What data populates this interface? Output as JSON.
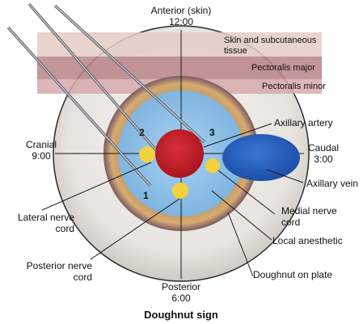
{
  "orientation": {
    "top": "Anterior (skin)",
    "top_time": "12:00",
    "left": "Cranial",
    "left_time": "9:00",
    "right": "Caudal",
    "right_time": "3:00",
    "bottom": "Posterior",
    "bottom_time": "6:00"
  },
  "tissue_layers": {
    "skin_line1": "Skin and subcutaneous",
    "skin_line2": "tissue",
    "pectoralis_major": "Pectoralis major",
    "pectoralis_minor": "Pectoralis minor"
  },
  "needle_positions": [
    "1",
    "2",
    "3"
  ],
  "structures": {
    "axillary_artery": "Axillary artery",
    "axillary_vein": "Axillary vein",
    "medial_cord_line1": "Medial nerve",
    "medial_cord_line2": "cord",
    "local_anesthetic": "Local anesthetic",
    "doughnut_on_plate": "Doughnut on plate",
    "lateral_cord_line1": "Lateral nerve",
    "lateral_cord_line2": "cord",
    "posterior_cord_line1": "Posterior nerve",
    "posterior_cord_line2": "cord"
  },
  "caption": "Doughnut sign",
  "colors": {
    "artery": "#c8202a",
    "vein": "#2b63c4",
    "nerve_cord": "#f3d23e",
    "local_anesthetic": "#8fc1e6",
    "doughnut": "#c79a63",
    "plate": "#e9e6e1",
    "skin_band": "#e4ccc4",
    "pectoralis_major_band": "#b98488",
    "pectoralis_minor_band": "#d7a9ad"
  }
}
